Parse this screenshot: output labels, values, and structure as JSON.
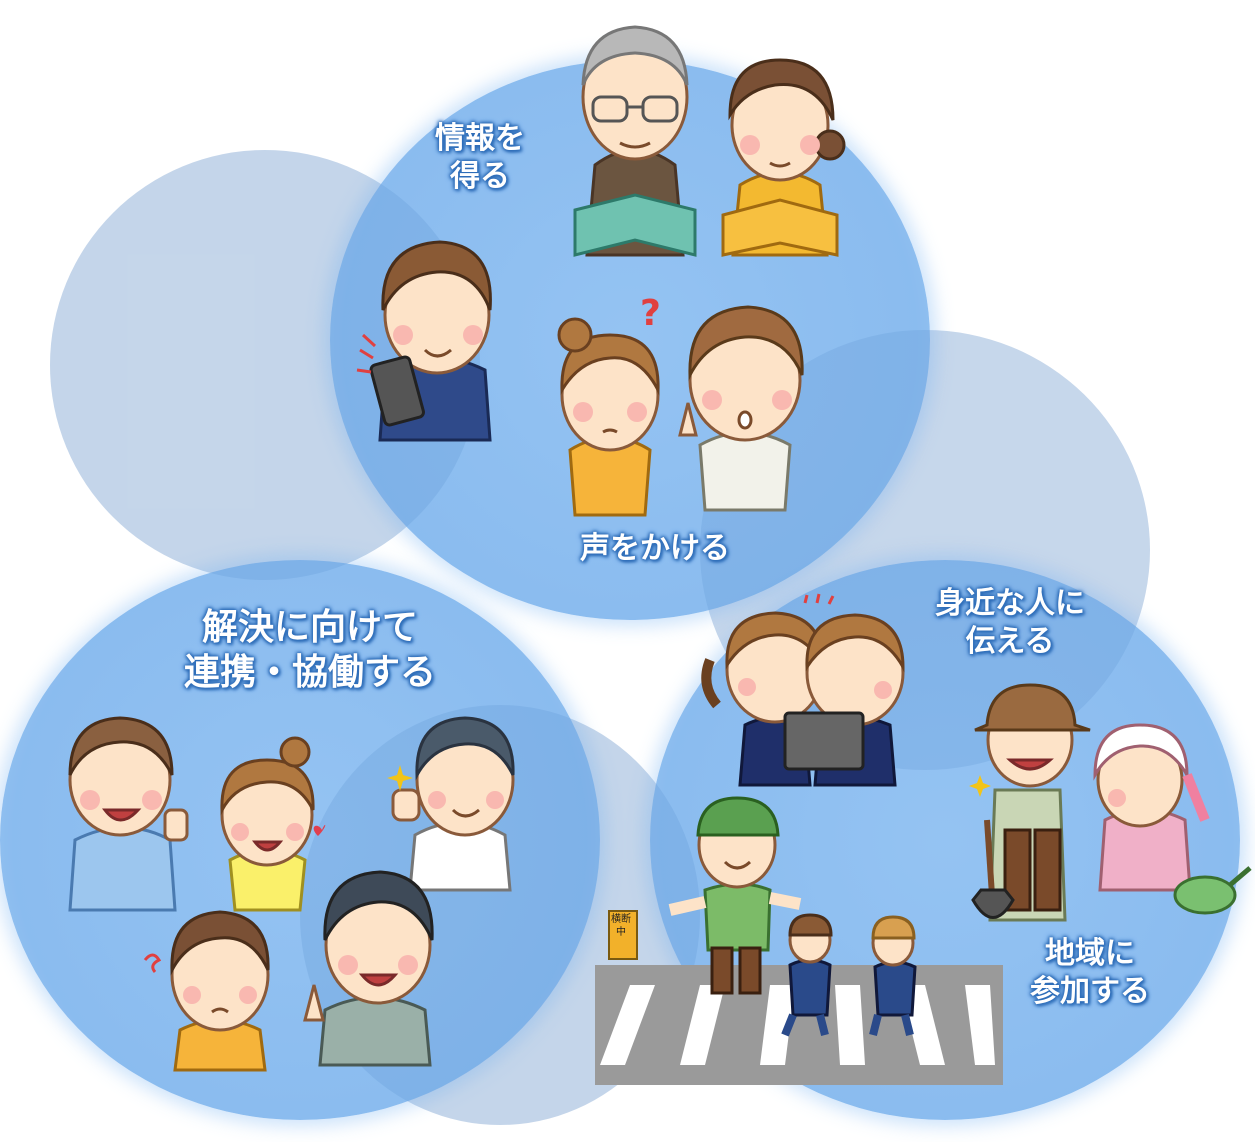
{
  "labels": {
    "get_info": "情報を\n得る",
    "call_out": "声をかける",
    "tell_close": "身近な人に\n伝える",
    "collaborate": "解決に向けて\n連携・協働する",
    "participate": "地域に\n参加する",
    "crossing_flag": "横断中"
  },
  "colors": {
    "circle_blue": "#7db6f0",
    "ghost_circle": "#96b4d7",
    "label_outline": "#2e6db8",
    "crosswalk": "#9a9a9a"
  }
}
